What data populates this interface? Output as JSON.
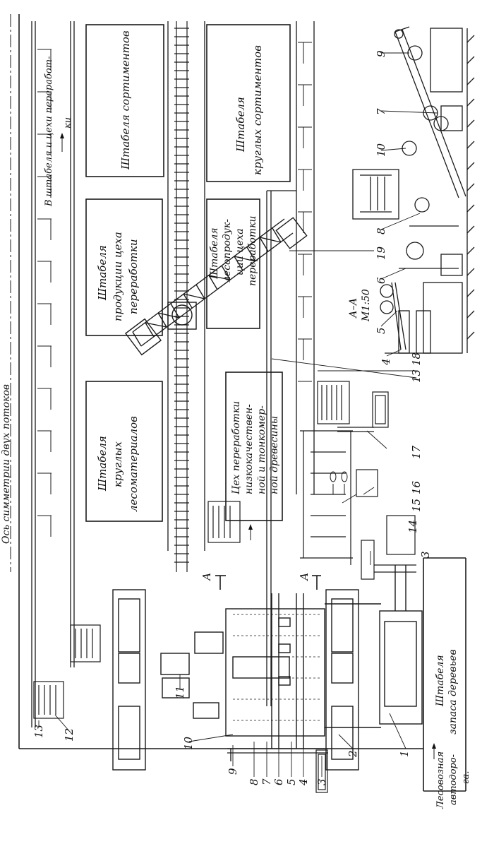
{
  "labels": {
    "symmetry_axis": "Ось симметрии двух потоков",
    "to_stacks": "В штабеля и цехи переработ-",
    "to_stacks_b": "ки",
    "stack_assortments": "Штабеля сортиментов",
    "stack_round_assortments_a": "Штабеля",
    "stack_round_assortments_b": "круглых сортиментов",
    "stack_shop_products_a": "Штабеля",
    "stack_shop_products_b": "продукции цеха",
    "stack_shop_products_c": "переработки",
    "stack_timber_products_a": "Штабеля",
    "stack_timber_products_b": "лесопродук-",
    "stack_timber_products_c": "ции цеха",
    "stack_timber_products_d": "переработки",
    "stack_round_timber_a": "Штабеля",
    "stack_round_timber_b": "круглых",
    "stack_round_timber_c": "лесоматериалов",
    "shop_a": "Цех переработки",
    "shop_b": "низкокачествен-",
    "shop_c": "ной и тонкомер-",
    "shop_d": "ной древесины",
    "section_a": "А–А",
    "section_b": "М1:50",
    "section_mark_1": "А",
    "section_mark_2": "А",
    "tree_reserve_a": "Штабеля",
    "tree_reserve_b": "запаса деревьев",
    "road_a": "Лесовозная",
    "road_b": "автодоро-",
    "road_c": "га."
  },
  "callouts": [
    "1",
    "2",
    "3",
    "3",
    "4",
    "4",
    "5",
    "5",
    "6",
    "6",
    "7",
    "7",
    "8",
    "8",
    "9",
    "9",
    "10",
    "10",
    "11",
    "12",
    "13",
    "13",
    "14",
    "15",
    "16",
    "17",
    "18",
    "19"
  ]
}
